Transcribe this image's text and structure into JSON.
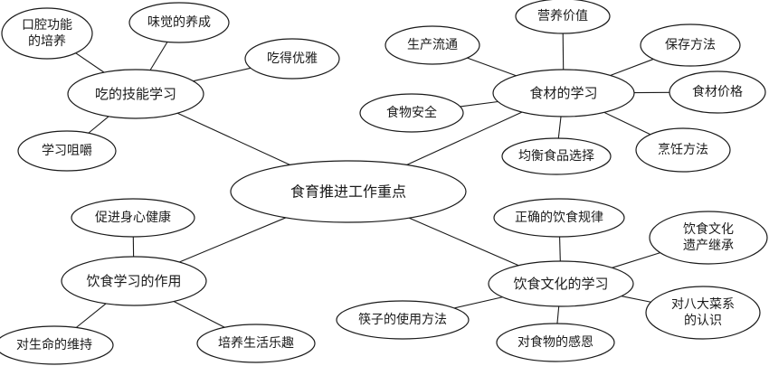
{
  "mindmap": {
    "center": {
      "label": "食育推进工作重点"
    },
    "branches": [
      {
        "label": "吃的技能学习",
        "children": [
          {
            "lines": [
              "口腔功能",
              "的培养"
            ]
          },
          {
            "lines": [
              "味觉的养成"
            ]
          },
          {
            "lines": [
              "吃得优雅"
            ]
          },
          {
            "lines": [
              "学习咀嚼"
            ]
          }
        ]
      },
      {
        "label": "食材的学习",
        "children": [
          {
            "lines": [
              "营养价值"
            ]
          },
          {
            "lines": [
              "生产流通"
            ]
          },
          {
            "lines": [
              "保存方法"
            ]
          },
          {
            "lines": [
              "食材价格"
            ]
          },
          {
            "lines": [
              "食物安全"
            ]
          },
          {
            "lines": [
              "烹饪方法"
            ]
          },
          {
            "lines": [
              "均衡食品选择"
            ]
          }
        ]
      },
      {
        "label": "饮食学习的作用",
        "children": [
          {
            "lines": [
              "促进身心健康"
            ]
          },
          {
            "lines": [
              "对生命的维持"
            ]
          },
          {
            "lines": [
              "培养生活乐趣"
            ]
          }
        ]
      },
      {
        "label": "饮食文化的学习",
        "children": [
          {
            "lines": [
              "正确的饮食规律"
            ]
          },
          {
            "lines": [
              "饮食文化",
              "遗产继承"
            ]
          },
          {
            "lines": [
              "对八大菜系",
              "的认识"
            ]
          },
          {
            "lines": [
              "筷子的使用方法"
            ]
          },
          {
            "lines": [
              "对食物的感恩"
            ]
          }
        ]
      }
    ]
  }
}
